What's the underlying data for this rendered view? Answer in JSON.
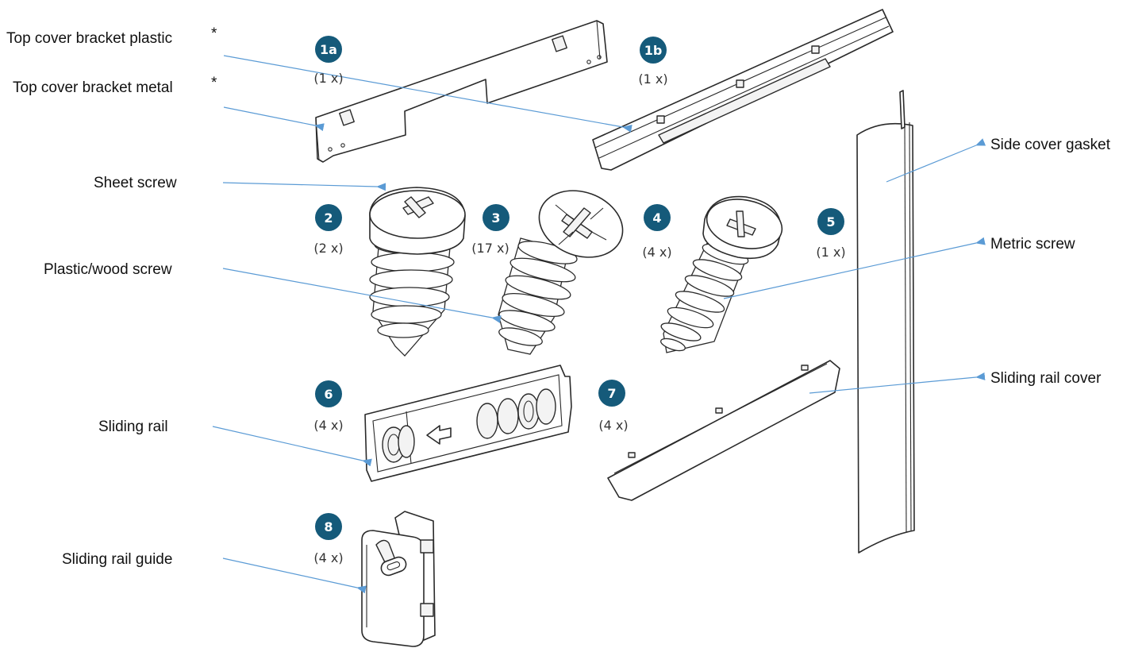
{
  "colors": {
    "badge": "#155a7a",
    "leader_line": "#5b9bd5",
    "outline": "#2a2a2a"
  },
  "labels": {
    "top_cover_bracket_plastic": "Top cover bracket plastic",
    "top_cover_bracket_metal": "Top cover bracket metal",
    "asterisk": "*",
    "sheet_screw": "Sheet screw",
    "plastic_wood_screw": "Plastic/wood screw",
    "sliding_rail": "Sliding rail",
    "sliding_rail_guide": "Sliding rail guide",
    "side_cover_gasket": "Side cover gasket",
    "metric_screw": "Metric screw",
    "sliding_rail_cover": "Sliding rail cover"
  },
  "parts": [
    {
      "id": "1a",
      "qty": "(1 x)"
    },
    {
      "id": "1b",
      "qty": "(1 x)"
    },
    {
      "id": "2",
      "qty": "(2 x)"
    },
    {
      "id": "3",
      "qty": "(17 x)"
    },
    {
      "id": "4",
      "qty": "(4 x)"
    },
    {
      "id": "5",
      "qty": "(1 x)"
    },
    {
      "id": "6",
      "qty": "(4 x)"
    },
    {
      "id": "7",
      "qty": "(4 x)"
    },
    {
      "id": "8",
      "qty": "(4 x)"
    }
  ]
}
